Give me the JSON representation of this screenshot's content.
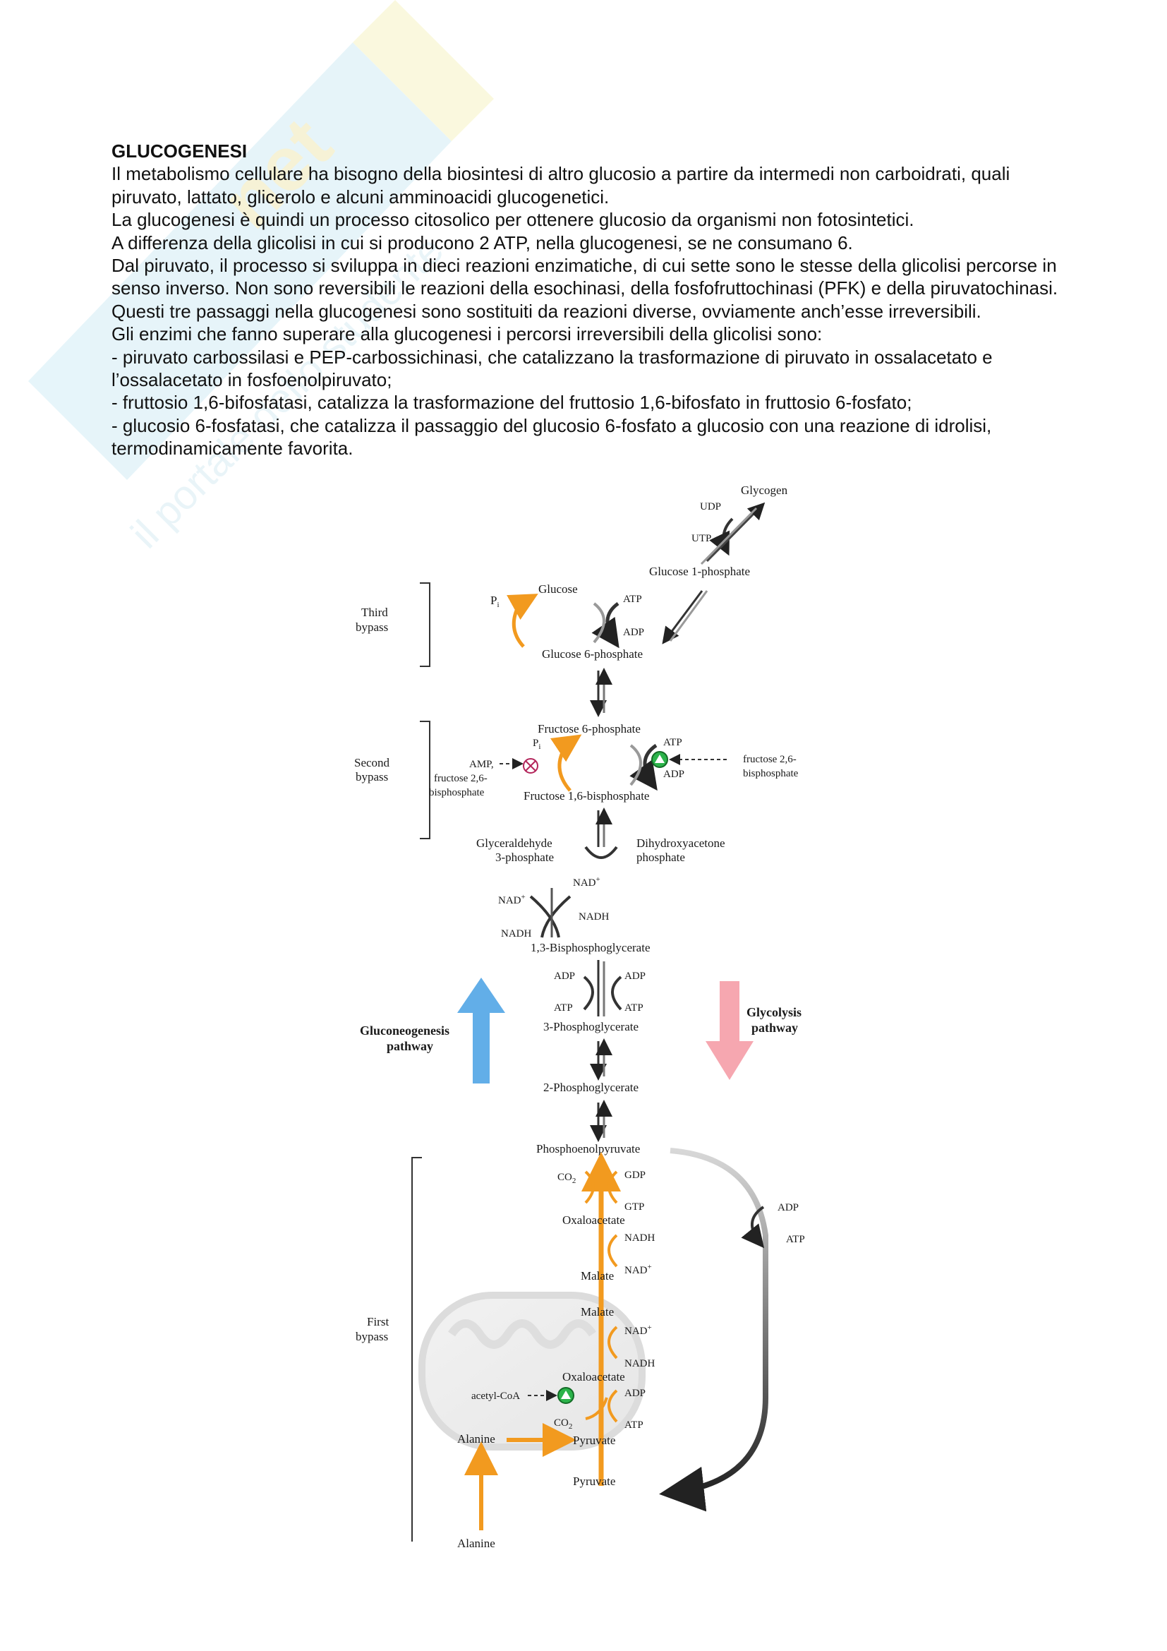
{
  "document": {
    "title": "GLUCOGENESI",
    "paragraphs": [
      "Il metabolismo cellulare ha bisogno della biosintesi di altro glucosio a partire da intermedi non carboidrati, quali piruvato, lattato, glicerolo e alcuni amminoacidi glucogenetici.",
      "La glucogenesi è quindi un processo citosolico per ottenere glucosio da organismi non fotosintetici.",
      "A differenza della glicolisi in cui si producono 2 ATP, nella glucogenesi, se ne consumano 6.",
      "Dal piruvato, il processo si sviluppa in dieci reazioni enzimatiche, di cui sette sono le stesse della glicolisi percorse in senso inverso. Non sono reversibili le reazioni della esochinasi, della fosfofruttochinasi (PFK) e della piruvatochinasi. Questi tre passaggi nella glucogenesi sono sostituiti da reazioni diverse, ovviamente anch’esse irreversibili.",
      "Gli enzimi che fanno superare alla glucogenesi i percorsi irreversibili della glicolisi sono:",
      "- piruvato carbossilasi e PEP-carbossichinasi, che catalizzano la trasformazione di piruvato in ossalacetato e l’ossalacetato in fosfoenolpiruvato;",
      "- fruttosio 1,6-bifosfatasi, catalizza la trasformazione del fruttosio 1,6-bifosfato in fruttosio 6-fosfato;",
      "- glucosio 6-fosfatasi, che catalizza il passaggio del glucosio 6-fosfato a glucosio con una reazione di idrolisi, termodinamicamente favorita."
    ]
  },
  "watermark": {
    "text": "il portale dello studente",
    "logo_text": "net"
  },
  "diagram": {
    "glycogen": "Glycogen",
    "udp": "UDP",
    "utp": "UTP",
    "glucose_1p": "Glucose 1-phosphate",
    "third_bypass": [
      "Third",
      "bypass"
    ],
    "pi": "P",
    "pi_sub": "i",
    "glucose": "Glucose",
    "atp": "ATP",
    "adp": "ADP",
    "glucose_6p": "Glucose 6-phosphate",
    "second_bypass": [
      "Second",
      "bypass"
    ],
    "fructose_6p": "Fructose 6-phosphate",
    "amp_inhib": [
      "AMP,",
      "fructose 2,6-",
      "bisphosphate"
    ],
    "f26bp_activ": [
      "fructose 2,6-",
      "bisphosphate"
    ],
    "fructose_16bp": "Fructose 1,6-bisphosphate",
    "gap": [
      "Glyceraldehyde",
      "3-phosphate"
    ],
    "dhap": [
      "Dihydroxyacetone",
      "phosphate"
    ],
    "nad_plus": "NAD",
    "nadh": "NADH",
    "bpg13": "1,3-Bisphosphoglycerate",
    "pg3": "3-Phosphoglycerate",
    "pg2": "2-Phosphoglycerate",
    "gluconeo_pathway": [
      "Gluconeogenesis",
      "pathway"
    ],
    "glycolysis_pathway": [
      "Glycolysis",
      "pathway"
    ],
    "pep": "Phosphoenolpyruvate",
    "co2": "CO",
    "co2_sub": "2",
    "gdp": "GDP",
    "gtp": "GTP",
    "oxaloacetate": "Oxaloacetate",
    "malate": "Malate",
    "first_bypass": [
      "First",
      "bypass"
    ],
    "acetyl_coa": "acetyl-CoA",
    "alanine": "Alanine",
    "pyruvate": "Pyruvate",
    "colors": {
      "orange": "#f29a1f",
      "blue": "#62aee8",
      "pink": "#f6a7b0",
      "green": "#2bb34a",
      "inhibit": "#b3245a"
    }
  }
}
